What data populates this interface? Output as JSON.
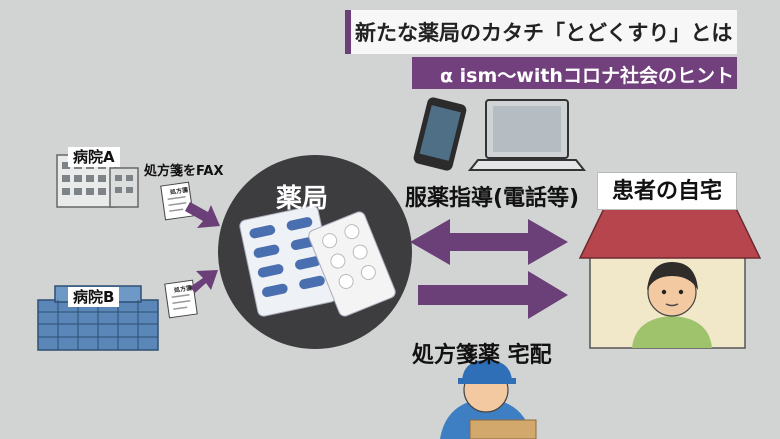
{
  "header": {
    "title": "新たな薬局のカタチ「とどくすり」とは",
    "subtitle": "α ism〜withコロナ社会のヒント"
  },
  "hospitals": [
    {
      "label": "病院A"
    },
    {
      "label": "病院B"
    }
  ],
  "fax_label": "処方箋をFAX",
  "prescription_mark": "処方箋",
  "pharmacy_label": "薬局",
  "flows": [
    {
      "label": "服薬指導(電話等)",
      "direction": "both"
    },
    {
      "label": "処方箋薬 宅配",
      "direction": "to-home"
    }
  ],
  "home_label": "患者の自宅",
  "colors": {
    "accent": "#71407d",
    "arrow": "#6b3f78",
    "background": "#d2d4d3",
    "pharmacy": "#3d3c3f",
    "roof": "#b7454d",
    "house": "#f1e7c9"
  },
  "icons": [
    "smartphone-icon",
    "laptop-icon",
    "hospital-building-icon",
    "fax-document-icon",
    "pill-pack-icon",
    "house-icon",
    "patient-icon",
    "delivery-person-icon"
  ]
}
